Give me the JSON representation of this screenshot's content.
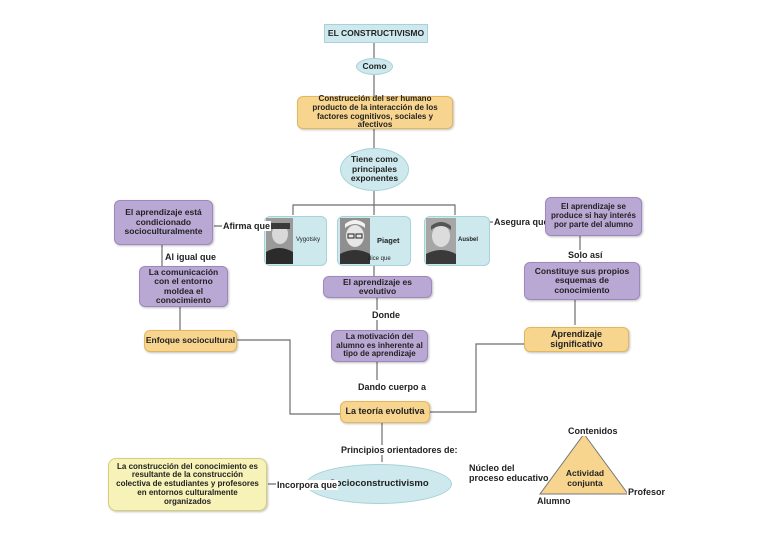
{
  "title": "EL CONSTRUCTIVISMO",
  "como": "Como",
  "definition": "Construcción del ser humano producto de la interacción de los factores cognitivos, sociales y afectivos",
  "exponents": "Tiene como principales exponentes",
  "vygotsky": {
    "name": "Vygotsky",
    "link": "Afirma que",
    "claim": "El aprendizaje está condicionado socioculturalmente",
    "link2": "Al igual que",
    "claim2": "La comunicación con el entorno moldea el conocimiento",
    "approach": "Enfoque sociocultural"
  },
  "piaget": {
    "name": "Piaget",
    "link": "dice que",
    "claim": "El aprendizaje es evolutivo",
    "link2": "Donde",
    "claim2": "La motivación del alumno es inherente al tipo de aprendizaje",
    "link3": "Dando cuerpo a",
    "theory": "La teoría evolutiva"
  },
  "ausubel": {
    "name": "Ausbel",
    "link": "Asegura que",
    "claim": "El aprendizaje se produce si hay interés por parte del alumno",
    "link2": "Solo así",
    "claim2": "Constituye sus propios esquemas de conocimiento",
    "approach": "Aprendizaje significativo"
  },
  "principles": "Principios orientadores de:",
  "socio": "Socioconstructivismo",
  "incorpora": "Incorpora que",
  "construction": "La construcción del conocimiento es resultante de la construcción colectiva de estudiantes y profesores en entornos culturalmente organizados",
  "nucleus": "Núcleo del proceso educativo",
  "triangle": {
    "top": "Contenidos",
    "center": "Actividad conjunta",
    "left": "Alumno",
    "right": "Profesor"
  }
}
